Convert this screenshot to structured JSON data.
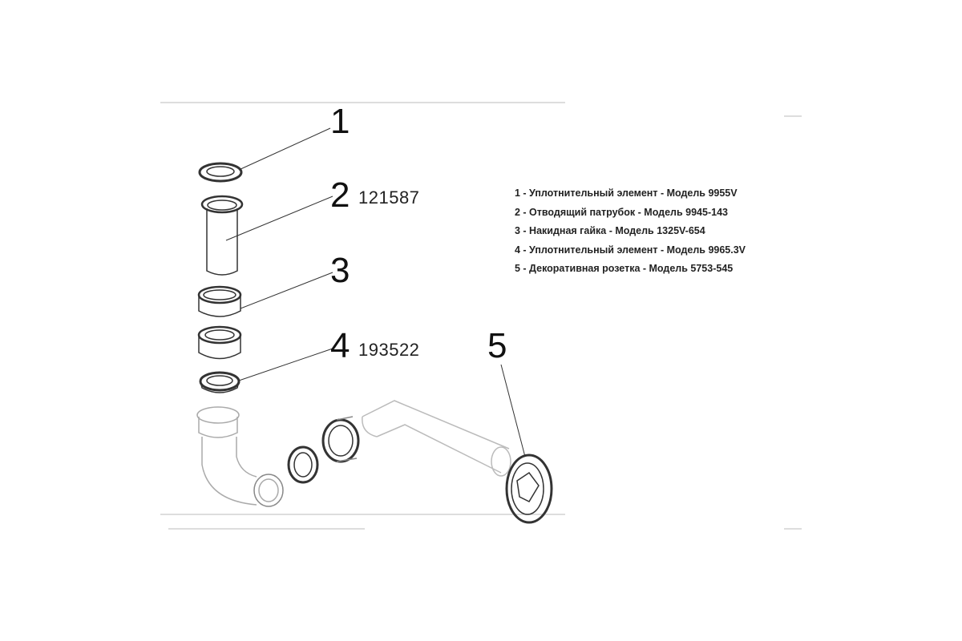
{
  "callouts": [
    {
      "number": "1",
      "code": ""
    },
    {
      "number": "2",
      "code": "121587"
    },
    {
      "number": "3",
      "code": ""
    },
    {
      "number": "4",
      "code": "193522"
    },
    {
      "number": "5",
      "code": ""
    }
  ],
  "legend": [
    "1 - Уплотнительный элемент - Модель 9955V",
    "2 - Отводящий патрубок - Модель 9945-143",
    "3 - Накидная гайка - Модель 1325V-654",
    "4 - Уплотнительный элемент - Модель 9965.3V",
    "5 - Декоративная розетка - Модель 5753-545"
  ]
}
